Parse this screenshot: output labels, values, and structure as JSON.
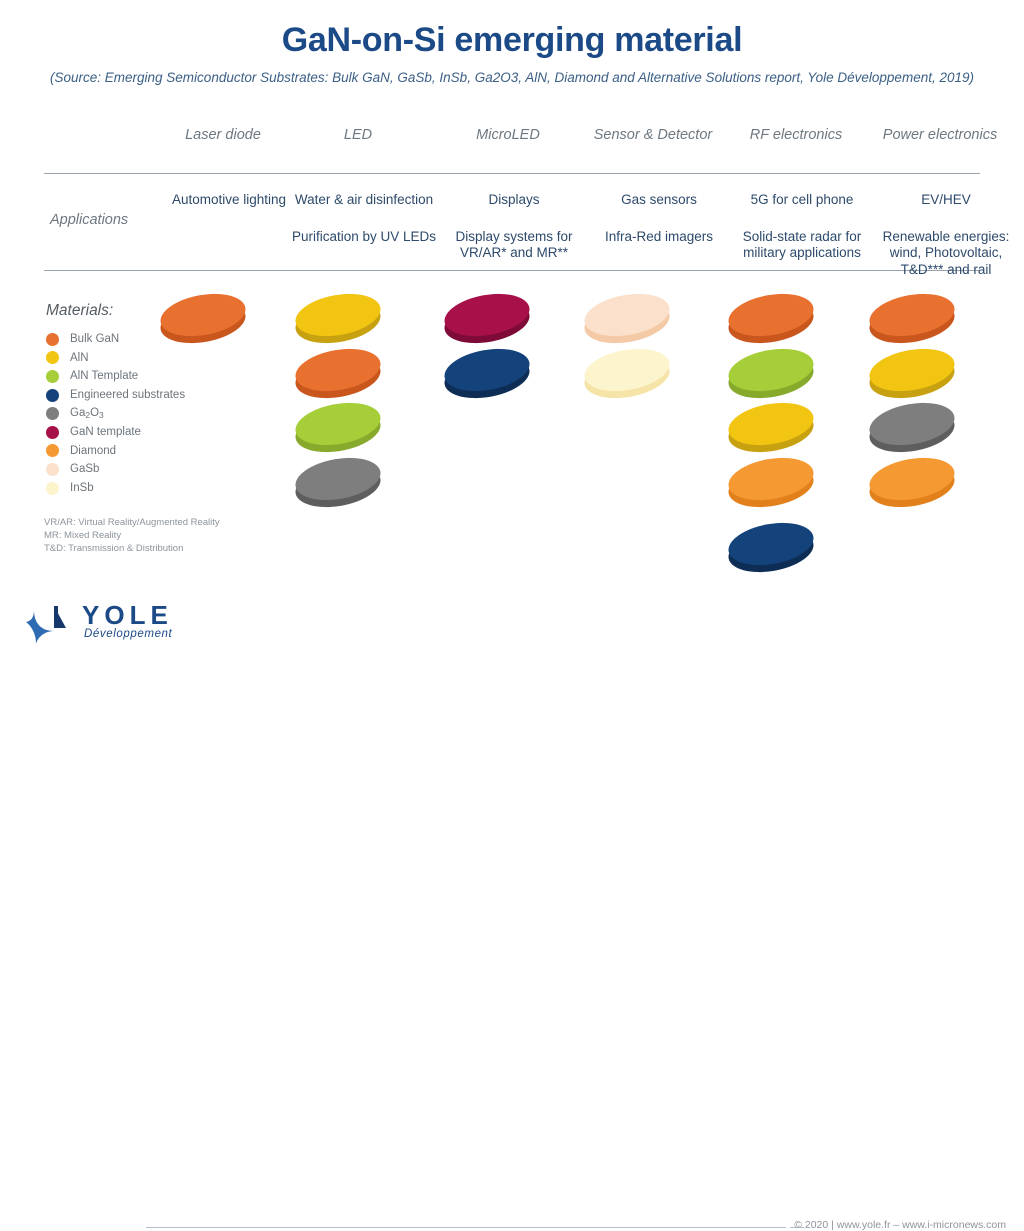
{
  "title": "GaN-on-Si emerging material",
  "source": "(Source: Emerging Semiconductor Substrates: Bulk GaN, GaSb, InSb, Ga2O3, AlN, Diamond and Alternative Solutions report, Yole Développement, 2019)",
  "table": {
    "row_label": "Applications",
    "columns": [
      "Laser diode",
      "LED",
      "MicroLED",
      "Sensor & Detector",
      "RF electronics",
      "Power electronics"
    ],
    "applications": [
      {
        "line1": "Automotive lighting",
        "line2": ""
      },
      {
        "line1": "Water & air disinfection",
        "line2": "Purification by UV LEDs"
      },
      {
        "line1": "Displays",
        "line2": "Display systems for VR/AR* and MR**"
      },
      {
        "line1": "Gas sensors",
        "line2": "Infra-Red imagers"
      },
      {
        "line1": "5G for cell phone",
        "line2": "Solid-state radar for military applications"
      },
      {
        "line1": "EV/HEV",
        "line2": "Renewable energies: wind, Photovoltaic, T&D*** and rail"
      }
    ]
  },
  "legend": {
    "title": "Materials:",
    "items": [
      {
        "label": "Bulk GaN",
        "key": "bulk_gan",
        "color": "#e8712f",
        "edge": "#c9561d"
      },
      {
        "label": "AlN",
        "key": "aln",
        "color": "#f2c513",
        "edge": "#c8a111"
      },
      {
        "label": "AlN Template",
        "key": "aln_tpl",
        "color": "#a6ce39",
        "edge": "#87a92c"
      },
      {
        "label": "Engineered substrates",
        "key": "eng_sub",
        "color": "#14427b",
        "edge": "#0d2d55"
      },
      {
        "label": "Ga2O3",
        "key": "ga2o3",
        "color": "#7e7e7e",
        "edge": "#5e5e5e"
      },
      {
        "label": "GaN template",
        "key": "gan_tpl",
        "color": "#a8104a",
        "edge": "#7e0b37"
      },
      {
        "label": "Diamond",
        "key": "diamond",
        "color": "#f59a33",
        "edge": "#e2801b"
      },
      {
        "label": "GaSb",
        "key": "gasb",
        "color": "#fbe1cb",
        "edge": "#f3c9a6"
      },
      {
        "label": "InSb",
        "key": "insb",
        "color": "#fbf4cd",
        "edge": "#f6e3a8"
      }
    ]
  },
  "wafers": {
    "columns": [
      {
        "column": "Laser diode",
        "materials": [
          "bulk_gan"
        ]
      },
      {
        "column": "LED",
        "materials": [
          "aln",
          "bulk_gan",
          "aln_tpl",
          "ga2o3"
        ]
      },
      {
        "column": "MicroLED",
        "materials": [
          "gan_tpl",
          "eng_sub"
        ]
      },
      {
        "column": "Sensor & Detector",
        "materials": [
          "gasb",
          "insb"
        ]
      },
      {
        "column": "RF electronics",
        "materials": [
          "bulk_gan",
          "aln_tpl",
          "aln",
          "diamond",
          "eng_sub"
        ]
      },
      {
        "column": "Power electronics",
        "materials": [
          "bulk_gan",
          "aln",
          "ga2o3",
          "diamond"
        ]
      }
    ]
  },
  "footnotes": [
    "VR/AR: Virtual Reality/Augmented Reality",
    "MR: Mixed Reality",
    "T&D: Transmission & Distribution"
  ],
  "footer": {
    "logo_wordmark": "YOLE",
    "logo_sub": "Développement",
    "copyright": "© 2020 | www.yole.fr – www.i-micronews.com"
  },
  "colors": {
    "title": "#1b4a87",
    "body_text": "#2d4a6b",
    "muted_text": "#6e7880",
    "rule": "#9aa3ad"
  }
}
